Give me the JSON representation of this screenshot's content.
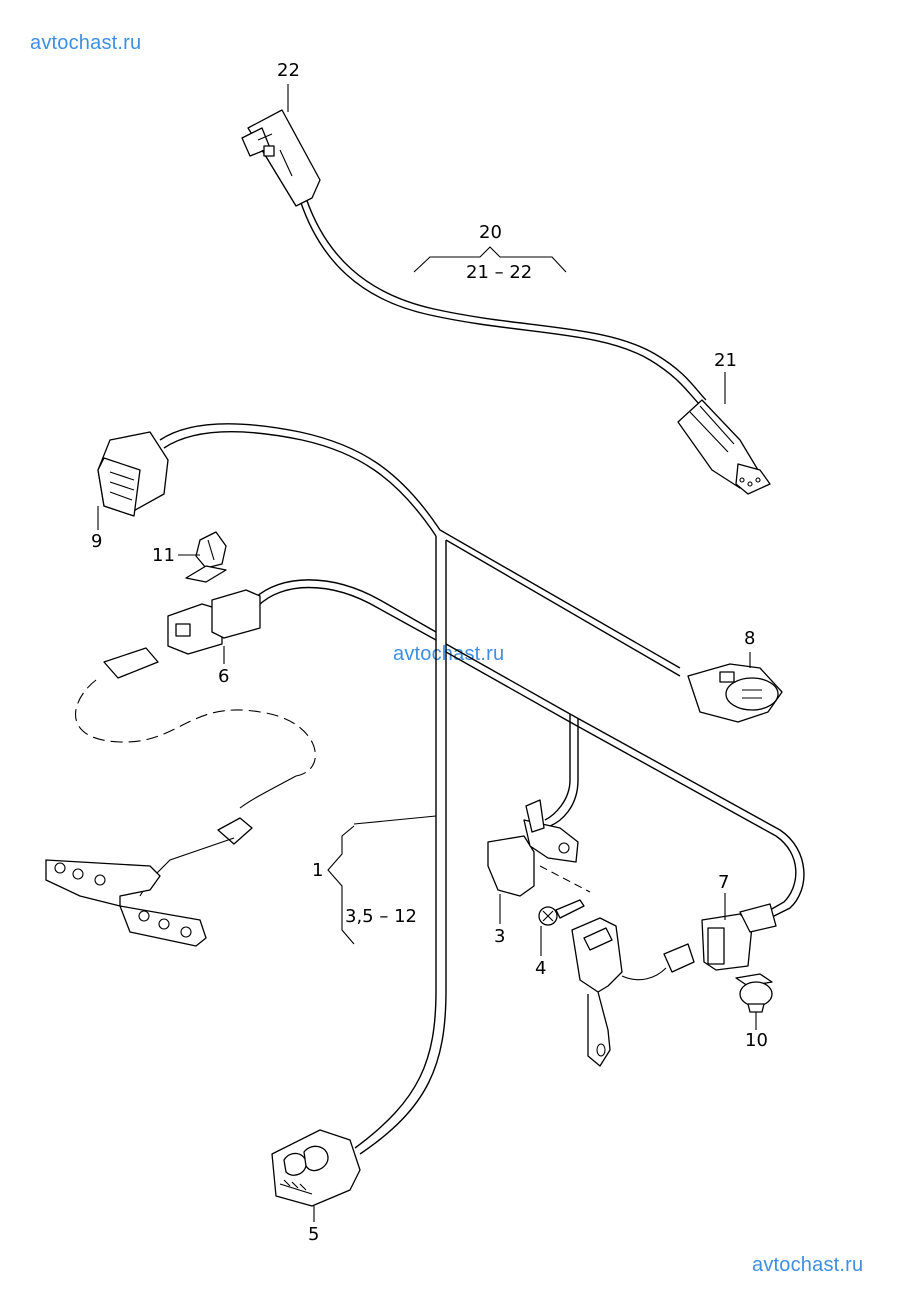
{
  "watermarks": {
    "top_left": "avtochast.ru",
    "center": "avtochast.ru",
    "bottom_right": "avtochast.ru"
  },
  "watermark_color": "#3f8fe0",
  "callouts": {
    "p1": "1",
    "p1_range": "3,5 – 12",
    "p3": "3",
    "p4": "4",
    "p5": "5",
    "p6": "6",
    "p7": "7",
    "p8": "8",
    "p9": "9",
    "p10": "10",
    "p11": "11",
    "p20": "20",
    "p20_range": "21 – 22",
    "p21": "21",
    "p22": "22"
  },
  "parts": [
    {
      "id": "1",
      "icon": "wiring-harness"
    },
    {
      "id": "3",
      "icon": "bracket"
    },
    {
      "id": "4",
      "icon": "screw"
    },
    {
      "id": "5",
      "icon": "multi-pin-connector"
    },
    {
      "id": "6",
      "icon": "inline-connector"
    },
    {
      "id": "7",
      "icon": "connector-housing"
    },
    {
      "id": "8",
      "icon": "round-connector"
    },
    {
      "id": "9",
      "icon": "large-connector"
    },
    {
      "id": "10",
      "icon": "clip"
    },
    {
      "id": "11",
      "icon": "clip"
    },
    {
      "id": "20",
      "icon": "wiring-set"
    },
    {
      "id": "21",
      "icon": "small-connector"
    },
    {
      "id": "22",
      "icon": "small-connector"
    }
  ]
}
